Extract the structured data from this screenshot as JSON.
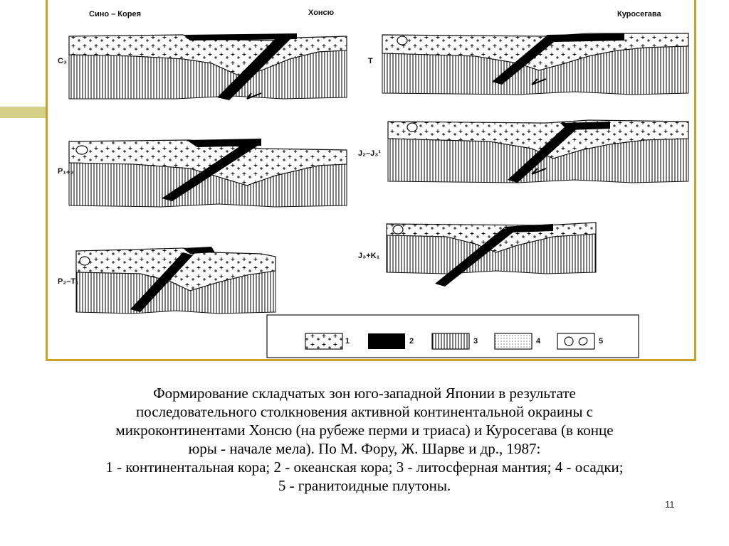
{
  "figure": {
    "place_labels": {
      "sino_korea": "Сино – Корея",
      "honshu": "Хонсю",
      "kurosegawa": "Куросегава"
    },
    "stage_labels": {
      "c3": "C₃",
      "p12": "P₁₊₂",
      "p2t1": "P₂–T₁",
      "t": "T",
      "j2j3": "J₂–J₃¹",
      "j3k1": "J₃+K₁"
    },
    "legend": [
      "1",
      "2",
      "3",
      "4",
      "5"
    ]
  },
  "caption": {
    "line1": "Формирование складчатых зон юго-западной Японии в результате",
    "line2": "последовательного столкновения активной континентальной окраины с",
    "line3": "микроконтинентами Хонсю (на рубеже перми и триаса) и Куросегава (в конце",
    "line4": "юры - начале мела). По М. Фору, Ж. Шарве и др., 1987:",
    "line5": "1 - континентальная кора; 2 - океанская кора; 3 - литосферная мантия; 4 - осадки;",
    "line6": "5 - гранитоидные плутоны."
  },
  "page_number": "11"
}
